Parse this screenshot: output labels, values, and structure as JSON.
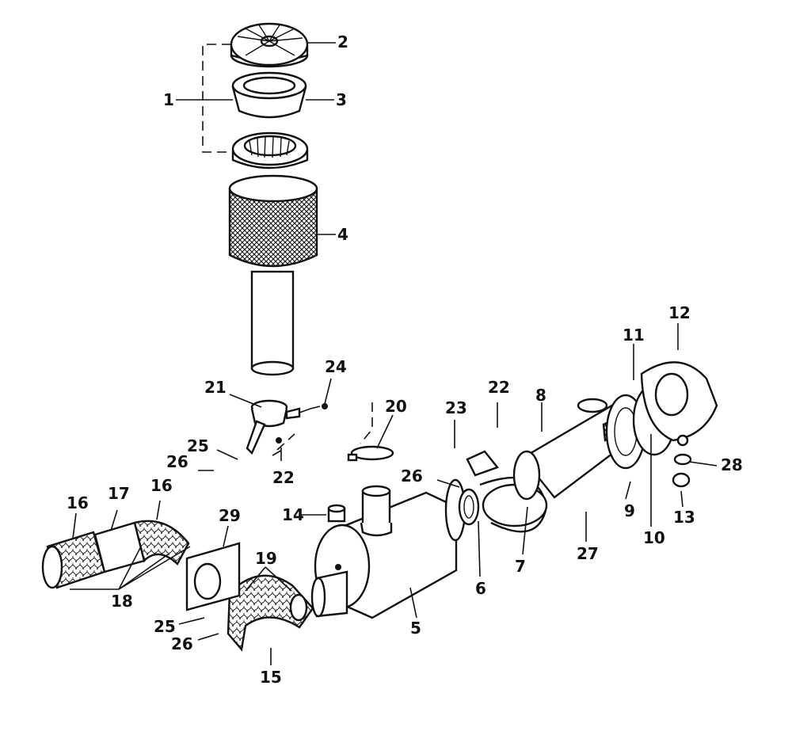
{
  "diagram": {
    "labels": [
      {
        "id": "2",
        "text": "2"
      },
      {
        "id": "1",
        "text": "1"
      },
      {
        "id": "3",
        "text": "3"
      },
      {
        "id": "4",
        "text": "4"
      },
      {
        "id": "24",
        "text": "24"
      },
      {
        "id": "21",
        "text": "21"
      },
      {
        "id": "20",
        "text": "20"
      },
      {
        "id": "25a",
        "text": "25"
      },
      {
        "id": "26a",
        "text": "26"
      },
      {
        "id": "22a",
        "text": "22"
      },
      {
        "id": "23",
        "text": "23"
      },
      {
        "id": "22b",
        "text": "22"
      },
      {
        "id": "8",
        "text": "8"
      },
      {
        "id": "11",
        "text": "11"
      },
      {
        "id": "12",
        "text": "12"
      },
      {
        "id": "26b",
        "text": "26"
      },
      {
        "id": "28",
        "text": "28"
      },
      {
        "id": "16a",
        "text": "16"
      },
      {
        "id": "17",
        "text": "17"
      },
      {
        "id": "16b",
        "text": "16"
      },
      {
        "id": "29",
        "text": "29"
      },
      {
        "id": "14",
        "text": "14"
      },
      {
        "id": "9",
        "text": "9"
      },
      {
        "id": "13",
        "text": "13"
      },
      {
        "id": "10",
        "text": "10"
      },
      {
        "id": "27",
        "text": "27"
      },
      {
        "id": "7",
        "text": "7"
      },
      {
        "id": "6",
        "text": "6"
      },
      {
        "id": "19",
        "text": "19"
      },
      {
        "id": "18",
        "text": "18"
      },
      {
        "id": "5",
        "text": "5"
      },
      {
        "id": "25b",
        "text": "25"
      },
      {
        "id": "26c",
        "text": "26"
      },
      {
        "id": "15",
        "text": "15"
      }
    ]
  }
}
